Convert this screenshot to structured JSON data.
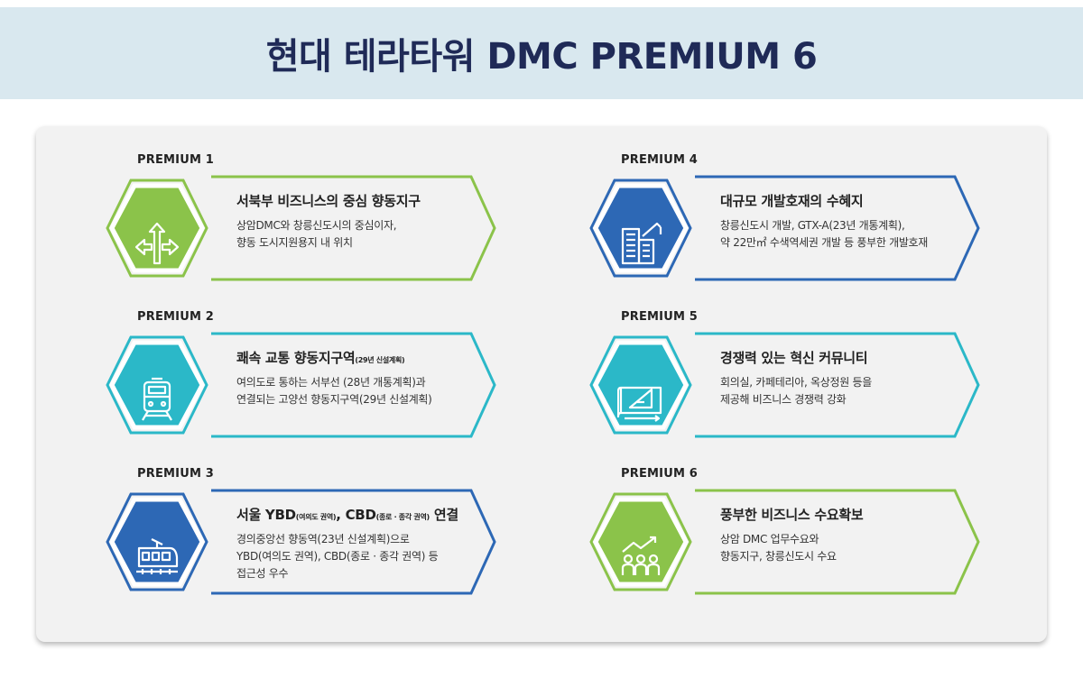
{
  "header": {
    "title": "현대 테라타워 DMC PREMIUM 6"
  },
  "cards": [
    {
      "label": "PREMIUM 1",
      "title": "서북부 비즈니스의 중심 향동지구",
      "title_note": "",
      "title_tail": "",
      "desc_lines": [
        "상암DMC와 창릉신도시의 중심이자,",
        "향동 도시지원용지 내 위치"
      ],
      "color": "#8bc34a",
      "icon": "crossroad-arrows-icon"
    },
    {
      "label": "PREMIUM 2",
      "title": "쾌속 교통 향동지구역",
      "title_note": "(29년 신설계획)",
      "title_tail": "",
      "desc_lines": [
        "여의도로 통하는 서부선 (28년 개통계획)과",
        "연결되는 고양선 향동지구역(29년 신설계획)"
      ],
      "color": "#2bb8c8",
      "icon": "train-icon"
    },
    {
      "label": "PREMIUM 3",
      "title": "서울 YBD",
      "title_note": "(여의도 권역)",
      "title_mid": ", CBD",
      "title_note2": "(종로 · 종각 권역)",
      "title_tail": " 연결",
      "desc_lines": [
        "경의중앙선 향동역(23년 신설계획)으로",
        "YBD(여의도 권역), CBD(종로 · 종각 권역) 등",
        "접근성 우수"
      ],
      "color": "#2d68b5",
      "icon": "tram-icon"
    },
    {
      "label": "PREMIUM 4",
      "title": "대규모 개발호재의 수혜지",
      "title_note": "",
      "title_tail": "",
      "desc_lines": [
        "창릉신도시 개발, GTX-A(23년 개통계획),",
        "약 22만㎡ 수색역세권 개발 등 풍부한 개발호재"
      ],
      "color": "#2d68b5",
      "icon": "building-crane-icon"
    },
    {
      "label": "PREMIUM 5",
      "title": "경쟁력 있는 혁신 커뮤니티",
      "title_note": "",
      "title_tail": "",
      "desc_lines": [
        "회의실, 카페테리아, 옥상정원 등을",
        "제공해 비즈니스 경쟁력 강화"
      ],
      "color": "#2bb8c8",
      "icon": "blueprint-icon"
    },
    {
      "label": "PREMIUM 6",
      "title": "풍부한 비즈니스 수요확보",
      "title_note": "",
      "title_tail": "",
      "desc_lines": [
        "상암 DMC 업무수요와",
        "향동지구, 창릉신도시 수요"
      ],
      "color": "#8bc34a",
      "icon": "people-growth-icon"
    }
  ]
}
